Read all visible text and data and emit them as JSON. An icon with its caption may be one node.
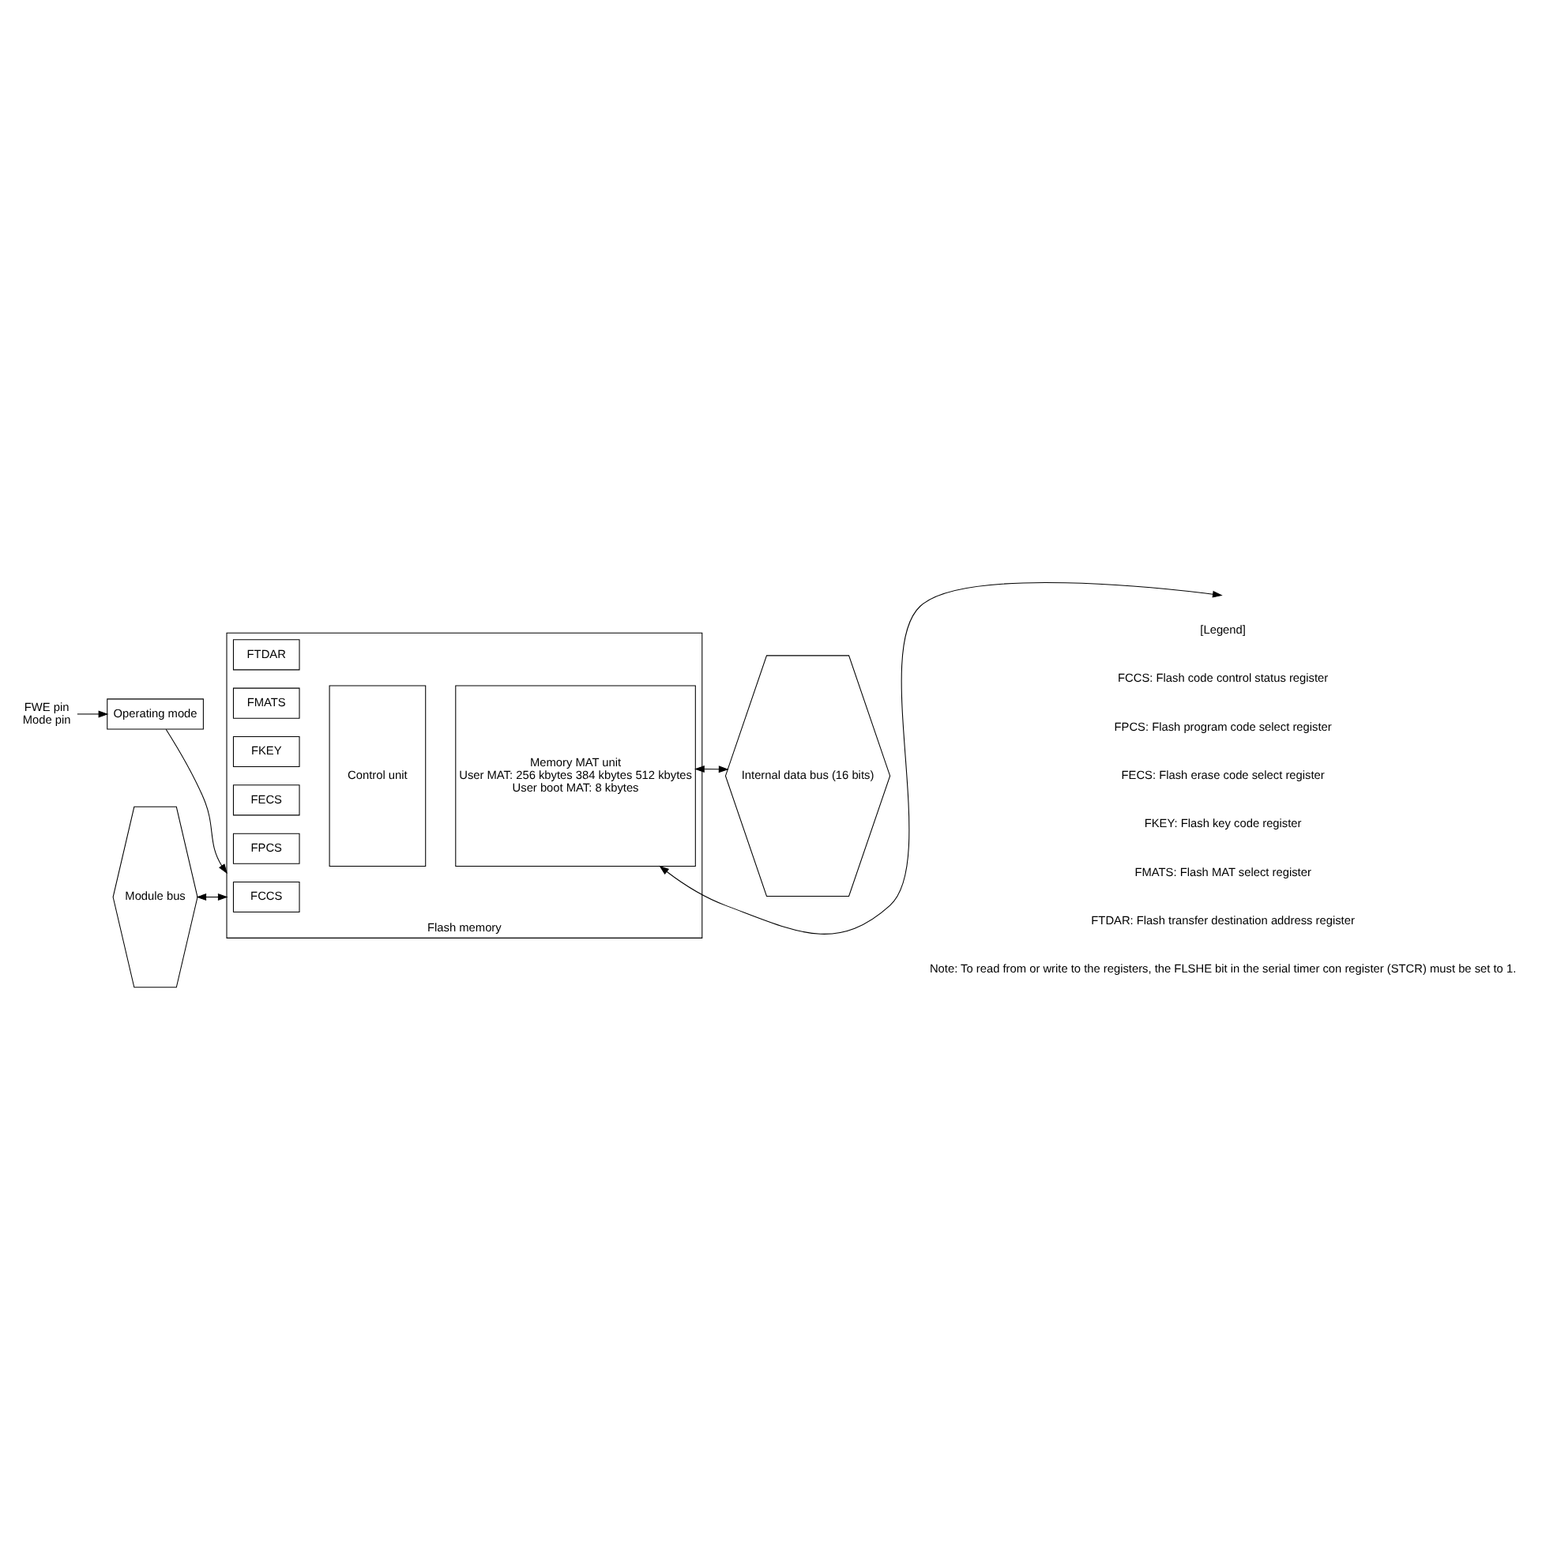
{
  "diagram": {
    "nodes": [
      {
        "text": [
          "Internal data bus (16 bits)"
        ]
      },
      {
        "text": [
          "Module bus"
        ]
      },
      {
        "text": [
          "Flash memory"
        ]
      },
      {
        "text": [
          "FCCS"
        ],
        "in": 2
      },
      {
        "text": [
          "FPCS"
        ],
        "in": 2
      },
      {
        "text": [
          "FECS"
        ],
        "in": 2
      },
      {
        "text": [
          "FKEY"
        ],
        "in": 2
      },
      {
        "text": [
          "FMATS"
        ],
        "in": 2
      },
      {
        "text": [
          "FTDAR"
        ],
        "in": 2
      },
      {
        "text": [
          "Control unit"
        ],
        "in": 2
      },
      {
        "text": [
          "Memory MAT unit",
          "User MAT: 256 kbytes 384 kbytes 512 kbytes",
          "User boot MAT: 8 kbytes"
        ],
        "in": 2
      },
      {
        "text": [
          "Operating mode"
        ]
      },
      {
        "text": [
          "FWE pin",
          "Mode pin"
        ]
      }
    ],
    "edges": [
      {
        "from": null,
        "to": 10,
        "arrow": "both"
      },
      {
        "from": 0,
        "to": 10,
        "arrow": "both"
      },
      {
        "from": 1,
        "to": 2,
        "arrow": "both"
      },
      {
        "from": 11,
        "to": 2,
        "arrow": "to"
      },
      {
        "from": 12,
        "to": 11,
        "arrow": "to"
      }
    ],
    "labels": [
      "[Legend]",
      "FCCS: Flash code control status register",
      "FPCS: Flash program code select register",
      "FECS: Flash erase code select register",
      "FKEY: Flash key code register",
      "FMATS: Flash MAT select register",
      "FTDAR: Flash transfer destination address register",
      "Note: To read from or write to the registers, the FLSHE bit in the serial timer con register (STCR) must be set to 1."
    ]
  }
}
